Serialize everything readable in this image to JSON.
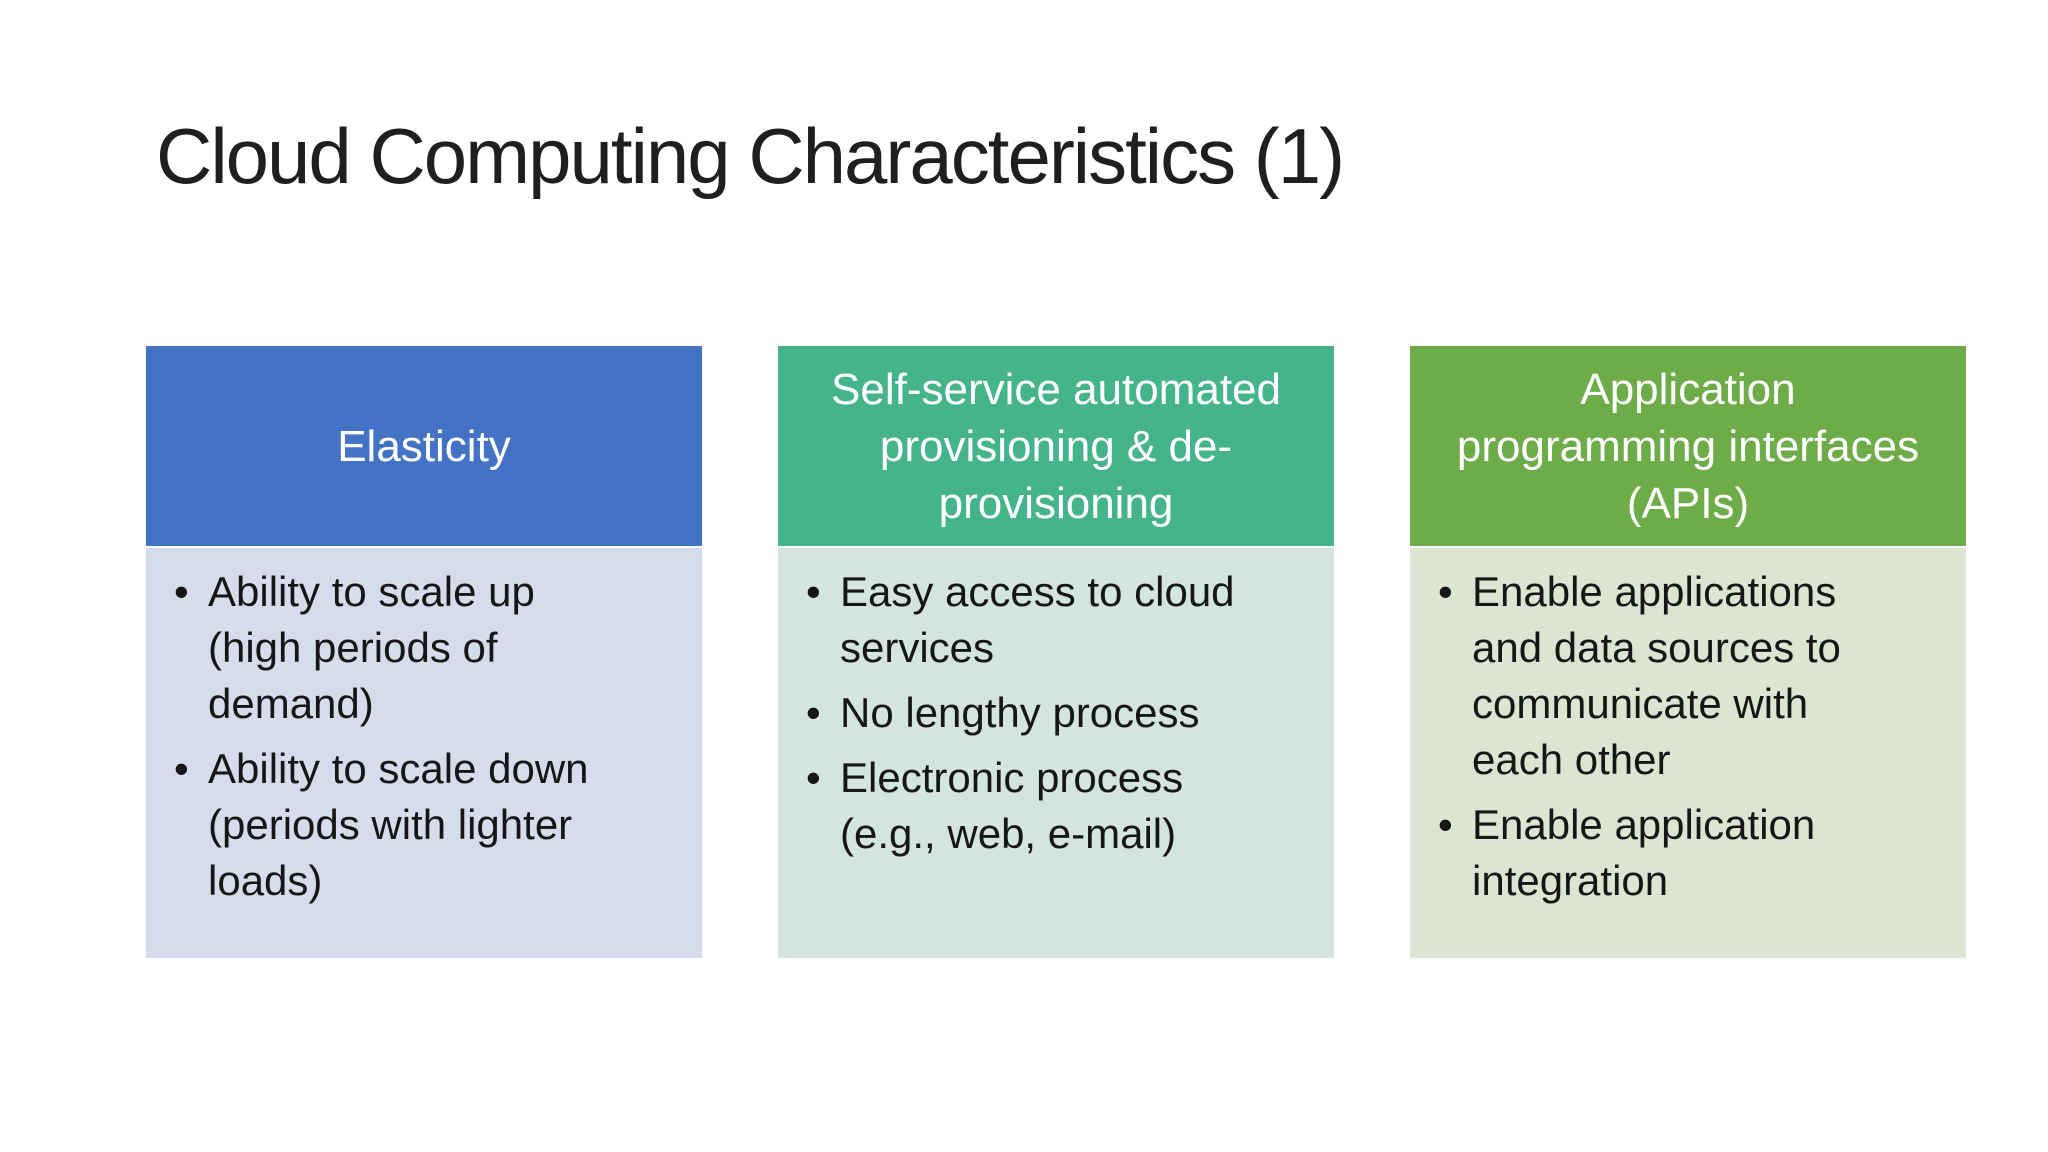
{
  "slide": {
    "title": "Cloud Computing Characteristics (1)",
    "background_color": "#FFFFFF",
    "body_text_color": "#161616",
    "header_text_color": "#FFFFFF"
  },
  "boxes": [
    {
      "header": "Elasticity",
      "header_color": "#4472C4",
      "body_color": "#D7DCEC",
      "bullets": [
        "Ability to scale up (high periods of demand)",
        "Ability to scale down (periods with lighter loads)"
      ]
    },
    {
      "header": "Self-service automated provisioning & de-provisioning",
      "header_color": "#45B48B",
      "body_color": "#D3E5DD",
      "bullets": [
        "Easy access to cloud services",
        "No lengthy process",
        "Electronic process (e.g., web, e-mail)"
      ]
    },
    {
      "header": "Application programming interfaces (APIs)",
      "header_color": "#6EAC49",
      "body_color": "#DBE5D2",
      "bullets": [
        "Enable applications and data sources to communicate with each other",
        "Enable application integration"
      ]
    }
  ]
}
